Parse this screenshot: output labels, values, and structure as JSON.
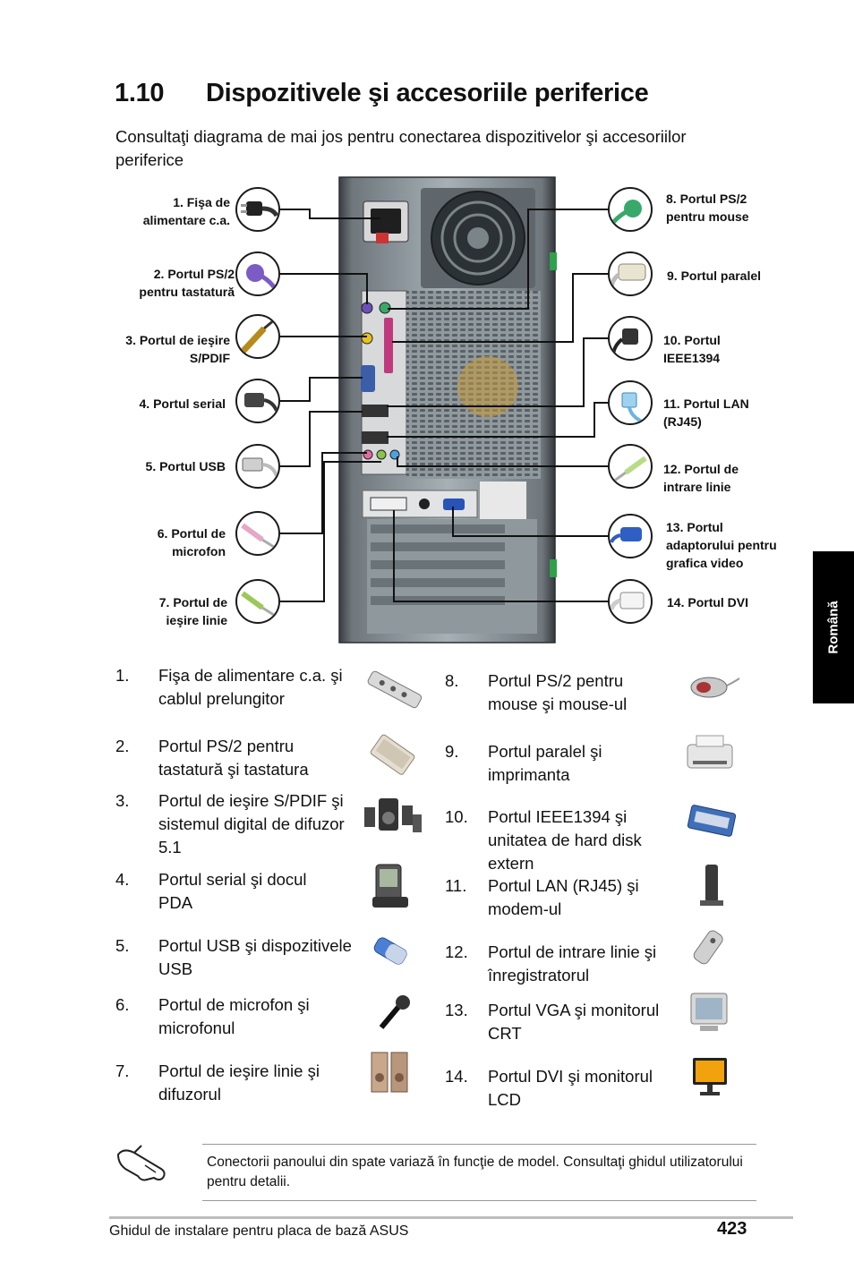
{
  "section": {
    "number": "1.10",
    "title": "Dispozitivele şi accesoriile periferice"
  },
  "intro": "Consultaţi diagrama de mai jos pentru conectarea dispozitivelor şi accesoriilor periferice",
  "diagram_labels_left": [
    {
      "line1": "1. Fişa de",
      "line2": "alimentare c.a."
    },
    {
      "line1": "2. Portul PS/2",
      "line2": "pentru tastatură"
    },
    {
      "line1": "3. Portul de ieşire",
      "line2": "S/PDIF"
    },
    {
      "line1": "4. Portul serial",
      "line2": ""
    },
    {
      "line1": "5. Portul USB",
      "line2": ""
    },
    {
      "line1": "6. Portul de",
      "line2": "microfon"
    },
    {
      "line1": "7. Portul de",
      "line2": "ieşire linie"
    }
  ],
  "diagram_labels_right": [
    {
      "line1": "8. Portul PS/2",
      "line2": "pentru mouse",
      "line3": ""
    },
    {
      "line1": "9. Portul paralel",
      "line2": "",
      "line3": ""
    },
    {
      "line1": "10. Portul",
      "line2": "IEEE1394",
      "line3": ""
    },
    {
      "line1": "11. Portul LAN",
      "line2": "(RJ45)",
      "line3": ""
    },
    {
      "line1": "12. Portul de",
      "line2": "intrare linie",
      "line3": ""
    },
    {
      "line1": "13. Portul",
      "line2": "adaptorului pentru",
      "line3": "grafica video"
    },
    {
      "line1": "14. Portul DVI",
      "line2": "",
      "line3": ""
    }
  ],
  "list_left": [
    {
      "num": "1.",
      "line1": "Fişa de alimentare c.a. şi",
      "line2": "cablul prelungitor",
      "line3": ""
    },
    {
      "num": "2.",
      "line1": "Portul PS/2 pentru",
      "line2": "tastatură şi tastatura",
      "line3": ""
    },
    {
      "num": "3.",
      "line1": "Portul de ieşire S/PDIF şi",
      "line2": "sistemul digital de difuzor",
      "line3": "5.1"
    },
    {
      "num": "4.",
      "line1": "Portul serial şi docul",
      "line2": "PDA",
      "line3": ""
    },
    {
      "num": "5.",
      "line1": "Portul USB şi dispozitivele",
      "line2": "USB",
      "line3": ""
    },
    {
      "num": "6.",
      "line1": "Portul de microfon şi",
      "line2": "microfonul",
      "line3": ""
    },
    {
      "num": "7.",
      "line1": "Portul de ieşire linie şi",
      "line2": "difuzorul",
      "line3": ""
    }
  ],
  "list_right": [
    {
      "num": "8.",
      "line1": "Portul PS/2 pentru",
      "line2": "mouse şi mouse-ul",
      "line3": ""
    },
    {
      "num": "9.",
      "line1": "Portul paralel şi",
      "line2": "imprimanta",
      "line3": ""
    },
    {
      "num": "10.",
      "line1": "Portul IEEE1394 şi",
      "line2": "unitatea de hard disk",
      "line3": "extern"
    },
    {
      "num": "11.",
      "line1": "Portul LAN (RJ45) şi",
      "line2": "modem-ul",
      "line3": ""
    },
    {
      "num": "12.",
      "line1": "Portul de intrare linie şi",
      "line2": "înregistratorul",
      "line3": ""
    },
    {
      "num": "13.",
      "line1": "Portul VGA şi monitorul",
      "line2": "CRT",
      "line3": ""
    },
    {
      "num": "14.",
      "line1": "Portul DVI şi monitorul",
      "line2": "LCD",
      "line3": ""
    }
  ],
  "side_tab": "Română",
  "note": "Conectorii panoului din spate variază în funcţie de model. Consultaţi ghidul utilizatorului pentru detalii.",
  "footer": {
    "text": "Ghidul de instalare pentru placa de bază ASUS",
    "page": "423"
  }
}
